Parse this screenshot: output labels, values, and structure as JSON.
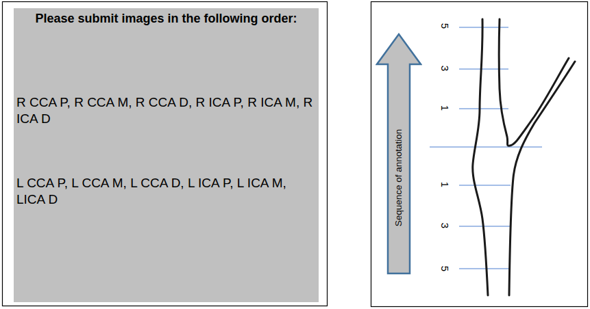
{
  "diagram": {
    "nodes": [
      {
        "text": [
          "Please submit images in the following order:",
          "R CCA P, R CCA M, R CCA D, R ICA P, R ICA M, R ICA D",
          "L CCA P, L CCA M, L CCA D, L ICA P, L ICA M, LICA D"
        ]
      },
      {
        "text": [
          "Sequence of annotation"
        ]
      }
    ],
    "edges": [],
    "labels": [
      "5",
      "3",
      "1",
      "1",
      "3",
      "5"
    ]
  }
}
